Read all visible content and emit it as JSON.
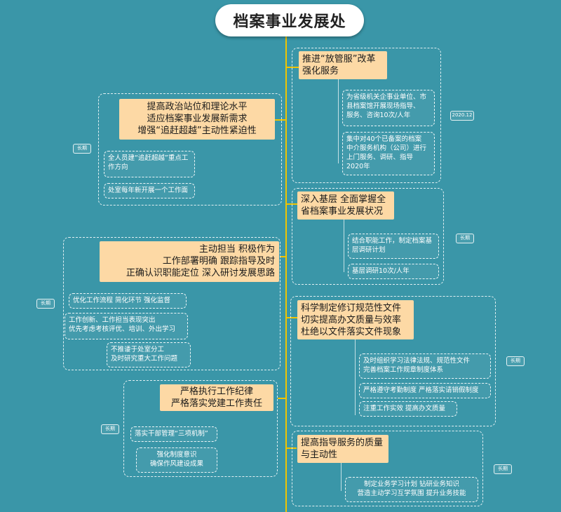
{
  "title": "档案事业发展处",
  "branches": {
    "b1": {
      "main": [
        "推进“放管服”改革",
        "强化服务"
      ],
      "subs": [
        [
          "为省级机关企事业单位、市",
          "县档案馆开展现场指导、",
          "服务、咨询10次/人年"
        ],
        [
          "集中对40个已备案的档案",
          "中介服务机构（公司）进行",
          "上门服务、调研、指导",
          "2020年"
        ]
      ],
      "tag": "2020.12"
    },
    "b2": {
      "main": [
        "提高政治站位和理论水平",
        "适应档案事业发展新需求",
        "增强“追赶超越”主动性紧迫性"
      ],
      "subs": [
        [
          "全人员建“追赶超越”重点工",
          "作方向"
        ],
        [
          "处室每年新开展一个工作面"
        ]
      ],
      "tag": "长期"
    },
    "b3": {
      "main": [
        "深入基层  全面掌握全",
        "省档案事业发展状况"
      ],
      "subs": [
        [
          "结合职能工作，制定档案基",
          "层调研计划"
        ],
        [
          "基层调研10次/人年"
        ]
      ],
      "tag": "长期"
    },
    "b4": {
      "main": [
        "主动担当    积极作为",
        "工作部署明确    跟踪指导及时",
        "正确认识职能定位    深入研讨发展思路"
      ],
      "subs": [
        [
          "优化工作流程  简化环节  强化监督"
        ],
        [
          "工作创新、工作担当表现突出",
          "优先考虑考核评优、培训、外出学习"
        ],
        [
          "不推诿于处室分工",
          "及时研究重大工作问题"
        ]
      ],
      "tag": "长期"
    },
    "b5": {
      "main": [
        "科学制定修订规范性文件",
        "切实提高办文质量与效率",
        "杜绝以文件落实文件现象"
      ],
      "subs": [
        [
          "及时组织学习法律法规、规范性文件",
          "完善档案工作规章制度体系"
        ],
        [
          "严格遵守考勤制度  严格落实请销假制度"
        ],
        [
          "注重工作实效  提高办文质量"
        ]
      ],
      "tag": "长期"
    },
    "b6": {
      "main": [
        "严格执行工作纪律",
        "严格落实党建工作责任"
      ],
      "subs": [
        [
          "落实干部管理“三项机制”"
        ],
        [
          "强化制度意识",
          "确保作风建设成果"
        ]
      ],
      "tag": "长期"
    },
    "b7": {
      "main": [
        "提高指导服务的质量",
        "与主动性"
      ],
      "subs": [
        [
          "制定业务学习计划  钻研业务知识",
          "营造主动学习互学氛围  提升业务技能"
        ]
      ],
      "tag": "长期"
    }
  }
}
